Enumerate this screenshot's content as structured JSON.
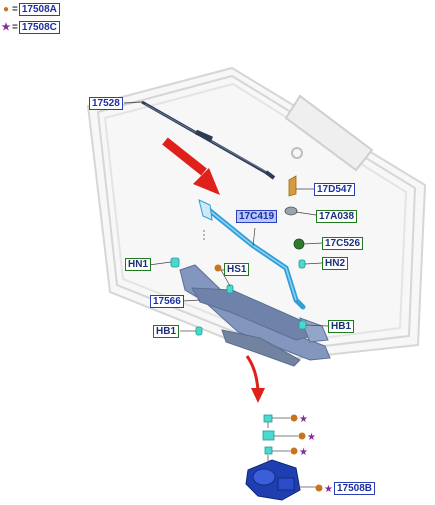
{
  "legend": [
    {
      "symbol": "●",
      "color": "#c8741f",
      "equals": "=",
      "code": "17508A"
    },
    {
      "symbol": "★",
      "color": "#8a2a9a",
      "equals": "=",
      "code": "17508C"
    }
  ],
  "callouts": {
    "17528": "17528",
    "17D547": "17D547",
    "17C419": "17C419",
    "17A038": "17A038",
    "17C526": "17C526",
    "HN1": "HN1",
    "HS1": "HS1",
    "HN2": "HN2",
    "17566": "17566",
    "HB1_left": "HB1",
    "HB1_right": "HB1",
    "17508B": "17508B"
  },
  "colors": {
    "arm": "#2f9fd8",
    "blade": "#2d3a55",
    "linkage": "#5b6f96",
    "motor": "#1f3fb0",
    "connector": "#4ad8cf",
    "arrow": "#e0201b",
    "glass": "#d9d9d9",
    "dot": "#c8741f",
    "star": "#8a2a9a"
  }
}
